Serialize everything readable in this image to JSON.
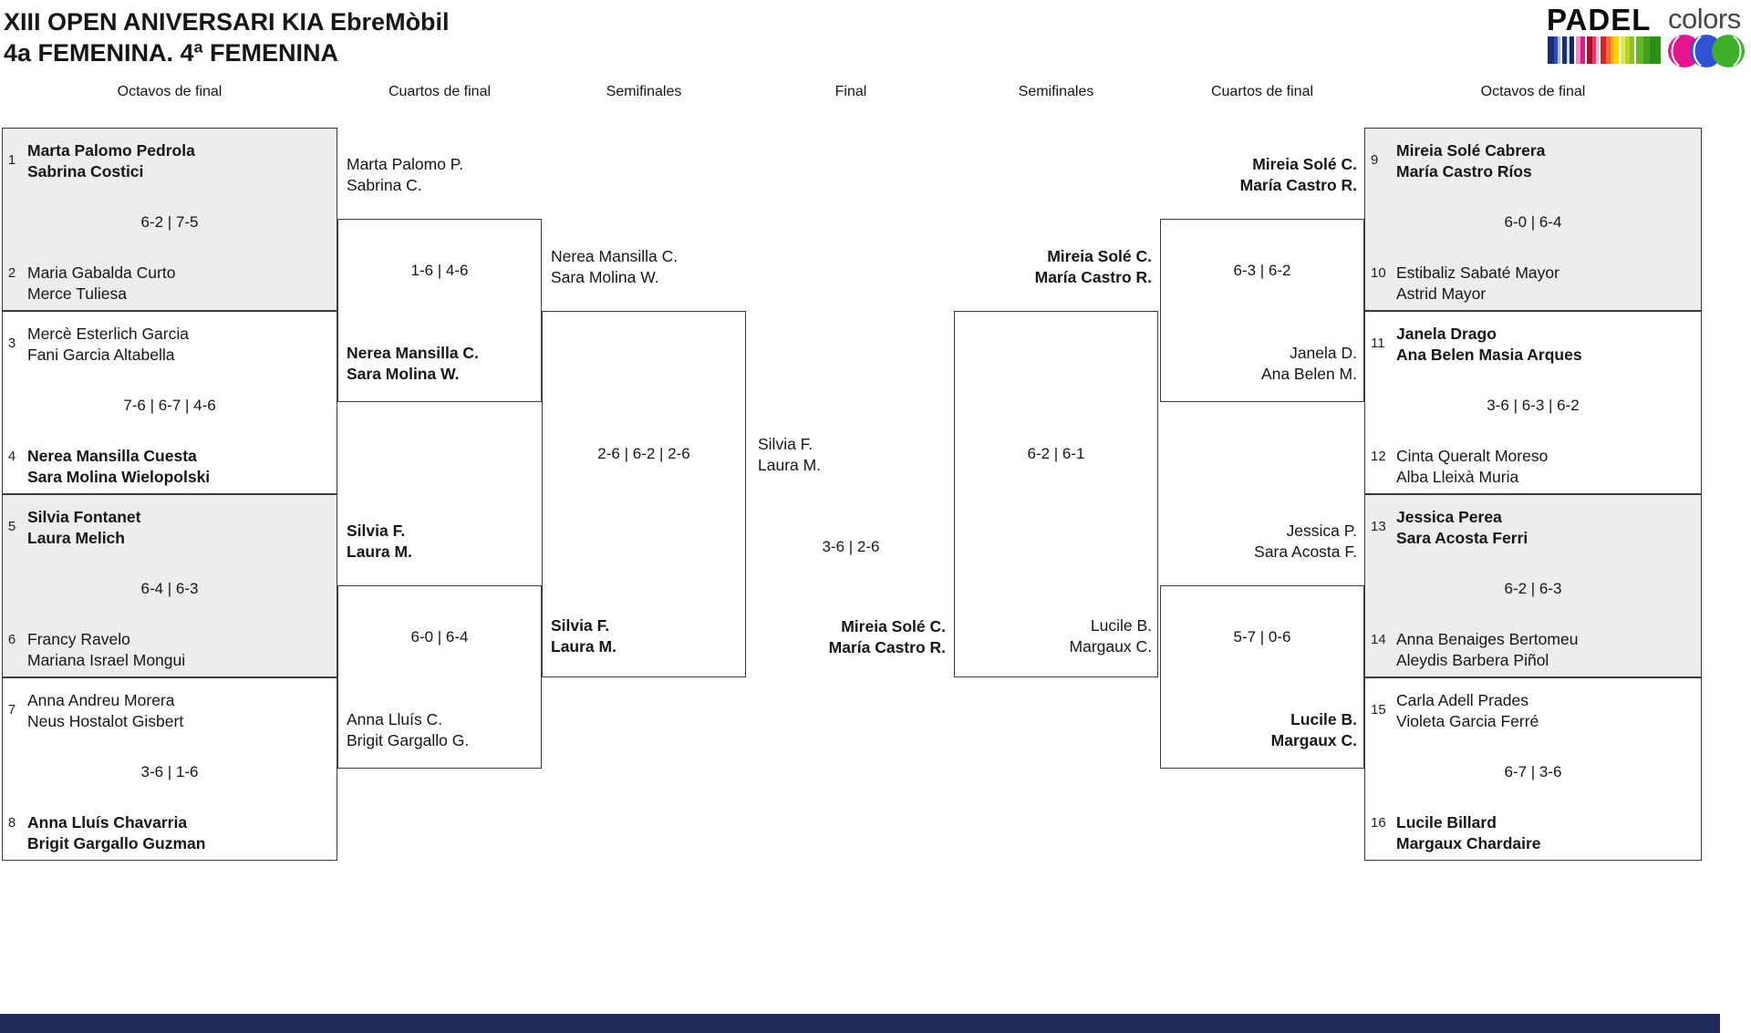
{
  "title": {
    "line1": "XIII OPEN ANIVERSARI KIA EbreMòbil",
    "line2": "4a FEMENINA. 4ª FEMENINA"
  },
  "logo": {
    "word1": "PADEL",
    "word2": "colors"
  },
  "headers": [
    "Octavos de final",
    "Cuartos de final",
    "Semifinales",
    "Final",
    "Semifinales",
    "Cuartos de final",
    "Octavos de final"
  ],
  "octavos_left": {
    "matches": [
      {
        "seed_a": "1",
        "team_a": [
          "Marta Palomo Pedrola",
          "Sabrina Costici"
        ],
        "bold_a": true,
        "score": "6-2 | 7-5",
        "seed_b": "2",
        "team_b": [
          "Maria Gabalda Curto",
          "Merce Tuliesa"
        ],
        "bold_b": false
      },
      {
        "seed_a": "3",
        "team_a": [
          "Mercè Esterlich Garcia",
          "Fani Garcia Altabella"
        ],
        "bold_a": false,
        "score": "7-6 | 6-7 | 4-6",
        "seed_b": "4",
        "team_b": [
          "Nerea Mansilla Cuesta",
          "Sara Molina Wielopolski"
        ],
        "bold_b": true
      },
      {
        "seed_a": "5",
        "team_a": [
          "Silvia Fontanet",
          "Laura Melich"
        ],
        "bold_a": true,
        "score": "6-4 | 6-3",
        "seed_b": "6",
        "team_b": [
          "Francy Ravelo",
          "Mariana Israel Mongui"
        ],
        "bold_b": false
      },
      {
        "seed_a": "7",
        "team_a": [
          "Anna Andreu Morera",
          "Neus Hostalot Gisbert"
        ],
        "bold_a": false,
        "score": "3-6 | 1-6",
        "seed_b": "8",
        "team_b": [
          "Anna Lluís Chavarria",
          "Brigit Gargallo Guzman"
        ],
        "bold_b": true
      }
    ]
  },
  "octavos_right": {
    "matches": [
      {
        "seed_a": "9",
        "team_a": [
          "Mireia Solé Cabrera",
          "María Castro Ríos"
        ],
        "bold_a": true,
        "score": "6-0 | 6-4",
        "seed_b": "10",
        "team_b": [
          "Estibaliz Sabaté Mayor",
          "Astrid Mayor"
        ],
        "bold_b": false
      },
      {
        "seed_a": "11",
        "team_a": [
          "Janela Drago",
          "Ana Belen Masia Arques"
        ],
        "bold_a": true,
        "score": "3-6 | 6-3 | 6-2",
        "seed_b": "12",
        "team_b": [
          "Cinta Queralt Moreso",
          "Alba Lleixà Muria"
        ],
        "bold_b": false
      },
      {
        "seed_a": "13",
        "team_a": [
          "Jessica Perea",
          "Sara Acosta Ferri"
        ],
        "bold_a": true,
        "score": "6-2 | 6-3",
        "seed_b": "14",
        "team_b": [
          "Anna Benaiges Bertomeu",
          "Aleydis Barbera Piñol"
        ],
        "bold_b": false
      },
      {
        "seed_a": "15",
        "team_a": [
          "Carla Adell Prades",
          "Violeta Garcia Ferré"
        ],
        "bold_a": false,
        "score": "6-7 | 3-6",
        "seed_b": "16",
        "team_b": [
          "Lucile Billard",
          "Margaux Chardaire"
        ],
        "bold_b": true
      }
    ]
  },
  "cuartos_left": [
    {
      "top": [
        "Marta Palomo P.",
        "Sabrina C."
      ],
      "top_bold": false,
      "score": "1-6 | 4-6",
      "bottom": [
        "Nerea Mansilla C.",
        "Sara Molina W."
      ],
      "bottom_bold": true
    },
    {
      "top": [
        "Silvia F.",
        "Laura M."
      ],
      "top_bold": true,
      "score": "6-0 | 6-4",
      "bottom": [
        "Anna Lluís C.",
        "Brigit Gargallo G."
      ],
      "bottom_bold": false
    }
  ],
  "cuartos_right": [
    {
      "top": [
        "Mireia Solé C.",
        "María Castro R."
      ],
      "top_bold": true,
      "score": "6-3 | 6-2",
      "bottom": [
        "Janela D.",
        "Ana Belen M."
      ],
      "bottom_bold": false
    },
    {
      "top": [
        "Jessica P.",
        "Sara Acosta F."
      ],
      "top_bold": false,
      "score": "5-7 | 0-6",
      "bottom": [
        "Lucile B.",
        "Margaux C."
      ],
      "bottom_bold": true
    }
  ],
  "semi_left": {
    "top": [
      "Nerea Mansilla C.",
      "Sara Molina W."
    ],
    "top_bold": false,
    "score": "2-6 | 6-2 | 2-6",
    "bottom": [
      "Silvia F.",
      "Laura M."
    ],
    "bottom_bold": true
  },
  "semi_right": {
    "top": [
      "Mireia Solé C.",
      "María Castro R."
    ],
    "top_bold": true,
    "score": "6-2 | 6-1",
    "bottom": [
      "Lucile B.",
      "Margaux C."
    ],
    "bottom_bold": false
  },
  "final": {
    "left": [
      "Silvia F.",
      "Laura M."
    ],
    "left_bold": false,
    "score": "3-6 | 2-6",
    "right": [
      "Mireia Solé C.",
      "María Castro R."
    ],
    "right_bold": true
  },
  "colors": {
    "box_gray": "#ededed",
    "line": "#3c3c3c",
    "text": "#161616",
    "footer_navy": "#1f2a58",
    "ball_pink": "#e6148f",
    "ball_blue": "#3053d3",
    "ball_green": "#3fae2a"
  }
}
